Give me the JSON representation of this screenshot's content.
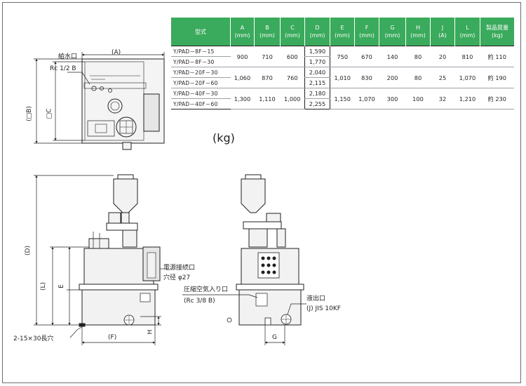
{
  "table": {
    "headers": [
      {
        "line1": "型式",
        "line2": ""
      },
      {
        "line1": "A",
        "line2": "(mm)"
      },
      {
        "line1": "B",
        "line2": "(mm)"
      },
      {
        "line1": "C",
        "line2": "(mm)"
      },
      {
        "line1": "D",
        "line2": "(mm)"
      },
      {
        "line1": "E",
        "line2": "(mm)"
      },
      {
        "line1": "F",
        "line2": "(mm)"
      },
      {
        "line1": "G",
        "line2": "(mm)"
      },
      {
        "line1": "H",
        "line2": "(mm)"
      },
      {
        "line1": "J",
        "line2": "(A)"
      },
      {
        "line1": "L",
        "line2": "(mm)"
      },
      {
        "line1": "製品質量",
        "line2": "(kg)"
      }
    ],
    "groups": [
      {
        "models": [
          "Y/PAD－8F－15",
          "Y/PAD－8F－30"
        ],
        "A": "900",
        "B": "710",
        "C": "600",
        "D": [
          "1,590",
          "1,770"
        ],
        "E": "750",
        "F": "670",
        "G": "140",
        "H": "80",
        "J": "20",
        "L": "810",
        "weight": "約 110"
      },
      {
        "models": [
          "Y/PAD－20F－30",
          "Y/PAD－20F－60"
        ],
        "A": "1,060",
        "B": "870",
        "C": "760",
        "D": [
          "2,040",
          "2,115"
        ],
        "E": "1,010",
        "F": "830",
        "G": "200",
        "H": "80",
        "J": "25",
        "L": "1,070",
        "weight": "約 190"
      },
      {
        "models": [
          "Y/PAD－40F－30",
          "Y/PAD－40F－60"
        ],
        "A": "1,300",
        "B": "1,110",
        "C": "1,000",
        "D": [
          "2,180",
          "2,255"
        ],
        "E": "1,150",
        "F": "1,070",
        "G": "300",
        "H": "100",
        "J": "32",
        "L": "1,210",
        "weight": "約 230"
      }
    ]
  },
  "unit_note": "(kg)",
  "labels": {
    "water_inlet": "給水口",
    "water_inlet_size": "Rc 1/2 B",
    "dim_a": "(A)",
    "dim_b": "(□B)",
    "dim_c": "□C",
    "dim_d": "(D)",
    "dim_l": "(L)",
    "dim_e": "E",
    "dim_f": "(F)",
    "dim_h": "H",
    "dim_g": "G",
    "slots": "2-15×30長穴",
    "power_port": "電源接続口",
    "power_hole": "穴径 φ27",
    "air_inlet": "圧縮空気入り口",
    "air_inlet_size": "(Rc 3/8 B)",
    "outlet": "液出口",
    "outlet_size": "(J) JIS 10KF"
  },
  "colors": {
    "table_header": "#3aaa5c",
    "line": "#231f20",
    "machine_fill": "#f2f2f2"
  }
}
